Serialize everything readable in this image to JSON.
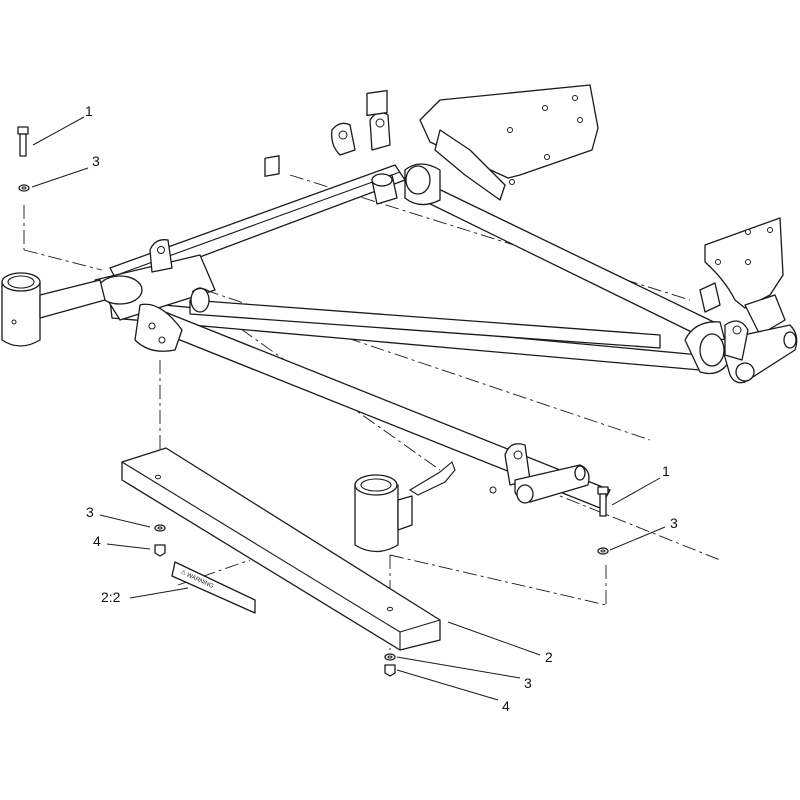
{
  "callouts": {
    "bolt_left": "1",
    "washer_left_top": "3",
    "washer_left_bottom": "3",
    "nut_left": "4",
    "decal": "2:2",
    "bar": "2",
    "washer_bottom": "3",
    "nut_bottom": "4",
    "bolt_right": "1",
    "washer_right": "3"
  },
  "decal_text": "⚠ WARNING"
}
